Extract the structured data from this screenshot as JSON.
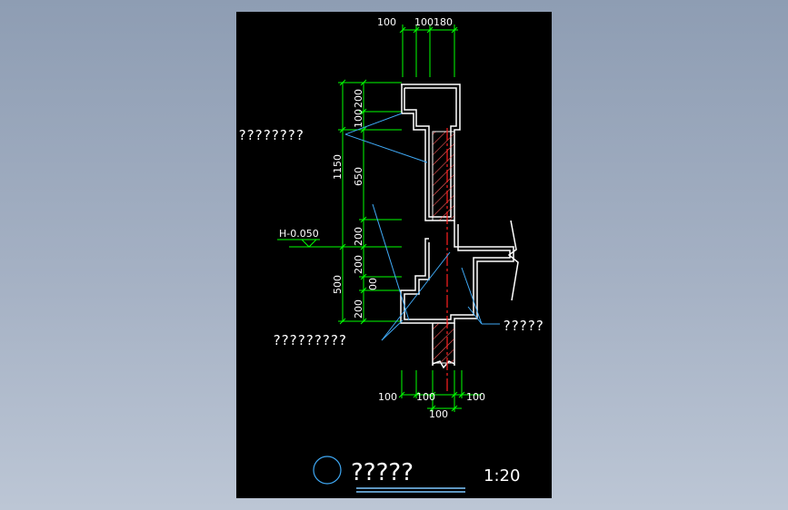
{
  "colors": {
    "background": "#8e9db3",
    "sheet": "#000000",
    "outline": "#ffffff",
    "dimension": "#00ff00",
    "leader": "#3fa9f5",
    "centerline": "#ff2020",
    "hatch": "#ff5a5a",
    "underline": "#7ec8ff"
  },
  "top_dims": {
    "d1": "100",
    "d2": "100",
    "d3": "180"
  },
  "left_dims": {
    "a1": "200",
    "a2": "100",
    "a3": "650",
    "a4": "200",
    "a5": "200",
    "a6": "00",
    "a7": "200",
    "b1": "1150",
    "b2": "500"
  },
  "bottom_dims": {
    "d1": "100",
    "d2": "100",
    "d3": "100",
    "d4": "100"
  },
  "elevation": "H-0.050",
  "labels": {
    "upper_left": "????????",
    "lower_left": "?????????",
    "right": "?????"
  },
  "title": {
    "text": "?????",
    "scale": "1:20"
  }
}
